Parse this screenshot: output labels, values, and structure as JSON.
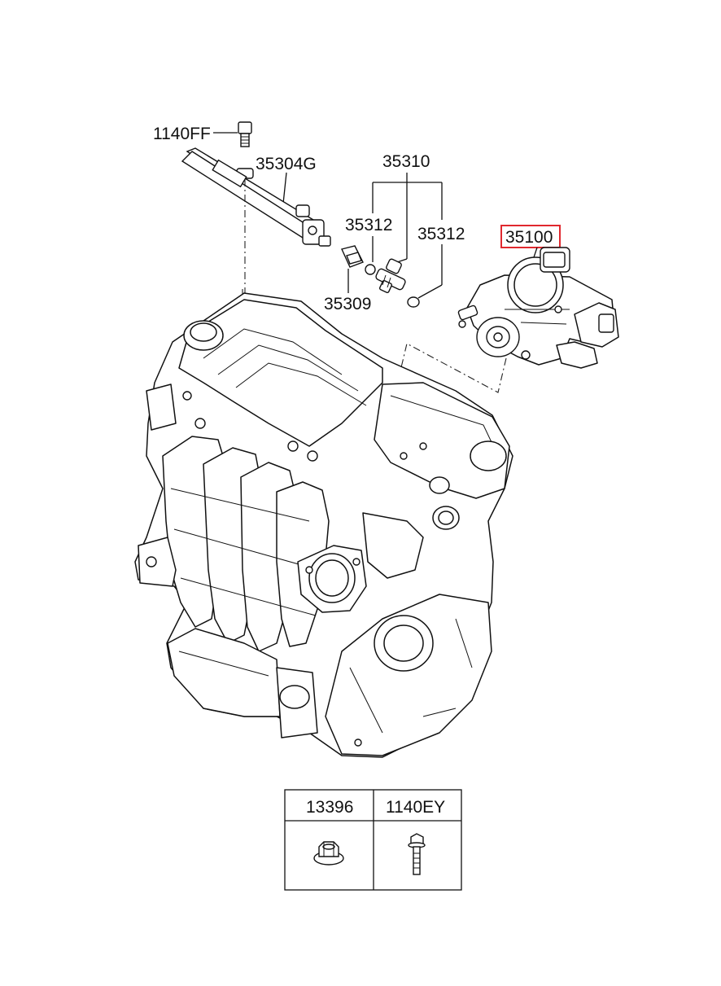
{
  "callouts": {
    "bolt_top": "1140FF",
    "fuel_rail": "35304G",
    "injector_assy": "35310",
    "oring_left": "35312",
    "oring_right": "35312",
    "clip": "35309",
    "throttle_body": "35100"
  },
  "highlight_color": "#e0282e",
  "hardware_table": {
    "columns": [
      "13396",
      "1140EY"
    ],
    "icons": [
      "flange-nut-icon",
      "flange-bolt-icon"
    ]
  }
}
